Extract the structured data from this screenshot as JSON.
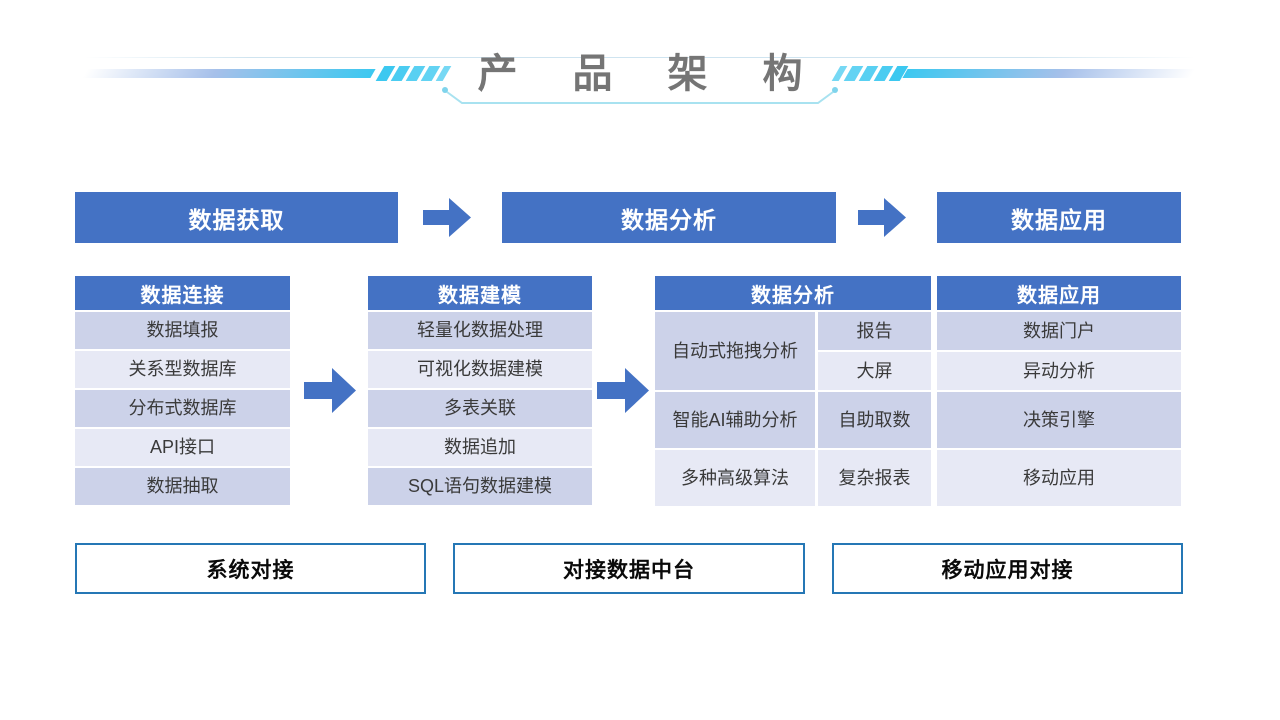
{
  "slide_title": "产品架构",
  "flow_stages": [
    {
      "label": "数据获取"
    },
    {
      "label": "数据分析"
    },
    {
      "label": "数据应用"
    }
  ],
  "tables": {
    "connect": {
      "header": "数据连接",
      "rows": [
        "数据填报",
        "关系型数据库",
        "分布式数据库",
        "API接口",
        "数据抽取"
      ]
    },
    "modeling": {
      "header": "数据建模",
      "rows": [
        "轻量化数据处理",
        "可视化数据建模",
        "多表关联",
        "数据追加",
        "SQL语句数据建模"
      ]
    },
    "analysis": {
      "header": "数据分析",
      "left_rows": [
        "自动式拖拽分析",
        "智能AI辅助分析",
        "多种高级算法"
      ],
      "right_rows": [
        "报告",
        "大屏",
        "自助取数",
        "复杂报表"
      ]
    },
    "application": {
      "header": "数据应用",
      "rows": [
        "数据门户",
        "异动分析",
        "决策引擎",
        "移动应用"
      ]
    }
  },
  "bottom_boxes": [
    {
      "label": "系统对接"
    },
    {
      "label": "对接数据中台"
    },
    {
      "label": "移动应用对接"
    }
  ],
  "colors": {
    "primary_blue": "#4472C4",
    "row_dark": "#CCD2E9",
    "row_light": "#E7E9F5",
    "accent_cyan": "#3CC8F0",
    "bracket_cyan": "#A8E2F0",
    "outline_blue": "#2577B5",
    "title_gray": "#757575"
  }
}
